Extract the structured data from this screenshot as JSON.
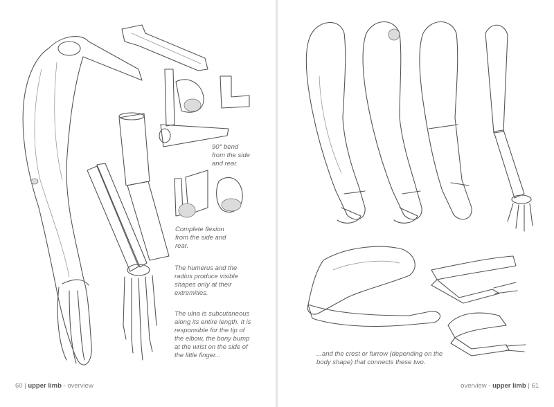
{
  "left_page": {
    "captions": {
      "bend": "90° bend\nfrom the side\nand rear.",
      "flexion": "Complete flexion\nfrom the side and\nrear.",
      "humerus": "The humerus and the\nradius produce visible\nshapes only at their\nextremities.",
      "ulna": "The ulna is subcutaneous\nalong its entire length. It is\nresponsible for the tip of\nthe elbow, the bony bump\nat the wrist on the side of\nthe little finger..."
    },
    "folio": {
      "page_number": "60",
      "separator": " | ",
      "chapter": "upper limb",
      "dash": " - ",
      "section": "overview"
    }
  },
  "right_page": {
    "captions": {
      "crest": "...and the crest or furrow (depending on the\nbody shape) that connects these two."
    },
    "folio": {
      "section": "overview",
      "dash": " - ",
      "chapter": "upper limb",
      "separator": " | ",
      "page_number": "61"
    }
  }
}
